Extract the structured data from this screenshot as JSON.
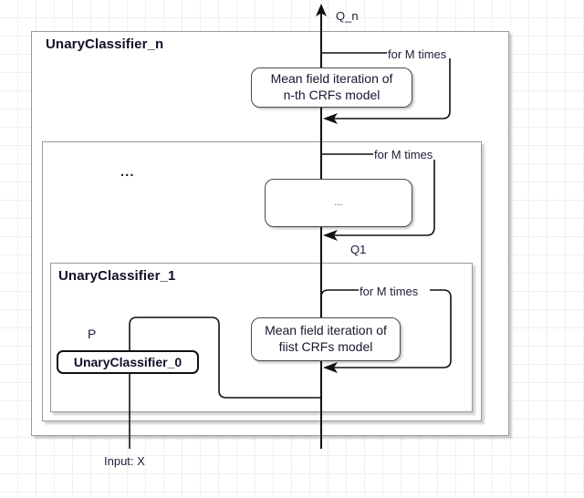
{
  "diagram": {
    "title": "Recursive UnaryClassifier / CRF mean-field diagram",
    "containers": [
      {
        "id": "outer",
        "label": "UnaryClassifier_n"
      },
      {
        "id": "middle",
        "label": ""
      },
      {
        "id": "inner",
        "label": "UnaryClassifier_1"
      }
    ],
    "boxes": [
      {
        "id": "proc-top",
        "line1": "Mean field iteration of",
        "line2": "n-th CRFs model"
      },
      {
        "id": "proc-mid",
        "line1": "...",
        "line2": ""
      },
      {
        "id": "proc-bottom",
        "line1": "Mean field iteration of",
        "line2": "fiist CRFs model"
      },
      {
        "id": "unary0",
        "line1": "UnaryClassifier_0",
        "line2": ""
      }
    ],
    "labels": {
      "q_n": "Q_n",
      "q1": "Q1",
      "p": "P",
      "input": "Input: X",
      "for_m_times_top": "for M times",
      "for_m_times_mid": "for M times",
      "for_m_times_bottom": "for M times",
      "ellipsis_middle": "..."
    },
    "colors": {
      "line": "#111111",
      "container_border": "#9a9a9a",
      "proc_border": "#4a4a4a",
      "leaf_border": "#111111",
      "text": "#17172e",
      "grid_minor": "#f0f0f0",
      "grid_major": "#e6e6e6",
      "background": "#ffffff"
    }
  }
}
